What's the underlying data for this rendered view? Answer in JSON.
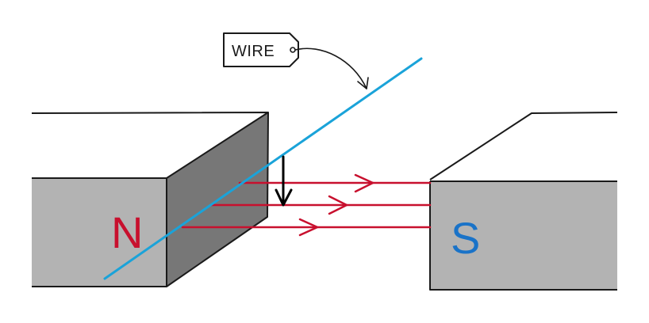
{
  "labels": {
    "wire_tag": "WIRE",
    "north_pole": "N",
    "south_pole": "S"
  },
  "colors": {
    "magnet_front": "#b3b3b3",
    "magnet_side": "#777777",
    "magnet_top": "#ffffff",
    "outline": "#1a1a1a",
    "field_lines": "#c8102e",
    "wire": "#1aa3d9",
    "north_label": "#c8102e",
    "south_label": "#1a73c8",
    "force_arrow": "#000000"
  },
  "icons": {
    "field_arrowhead": "chevron-right-icon",
    "force_arrow": "arrow-down-icon",
    "tag_pointer": "curved-arrow-icon"
  }
}
